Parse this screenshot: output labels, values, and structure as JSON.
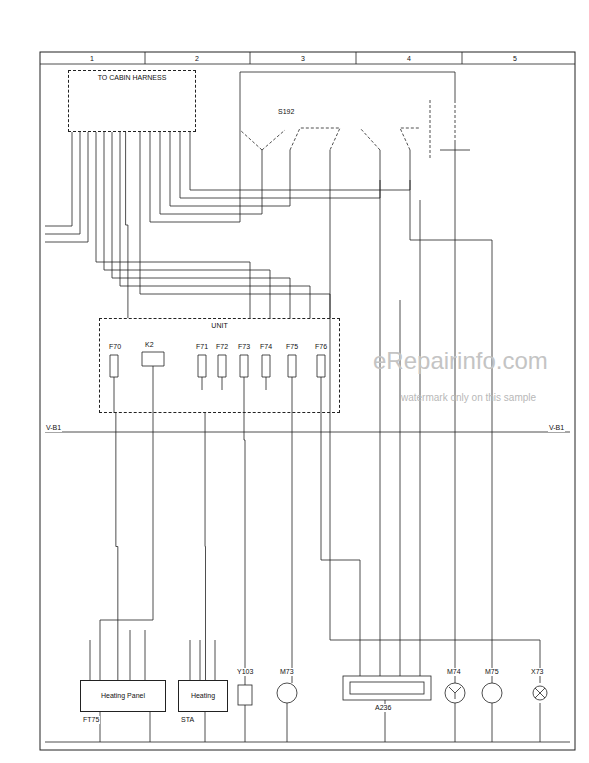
{
  "diagram": {
    "nodes": [
      {
        "text": [
          "TO CABIN HARNESS"
        ]
      },
      {
        "text": [
          "UNIT"
        ]
      },
      {
        "text": [
          "Heating Panel"
        ]
      },
      {
        "text": [
          "Heating"
        ]
      }
    ],
    "edges": [
      {
        "from": 0,
        "to": 1,
        "arrow": "none"
      },
      {
        "from": 1,
        "to": 2,
        "arrow": "none"
      },
      {
        "from": 1,
        "to": 3,
        "arrow": "none"
      }
    ],
    "labels": [
      "1",
      "2",
      "3",
      "4",
      "5",
      "S192",
      "F70",
      "K2",
      "F71",
      "F72",
      "F73",
      "F74",
      "F75",
      "F76",
      "V-B1",
      "V-B1",
      "FT75",
      "STA",
      "Y103",
      "M73",
      "A236",
      "M74",
      "M75",
      "X73",
      "eRepairinfo.com",
      "watermark only on this sample"
    ]
  }
}
